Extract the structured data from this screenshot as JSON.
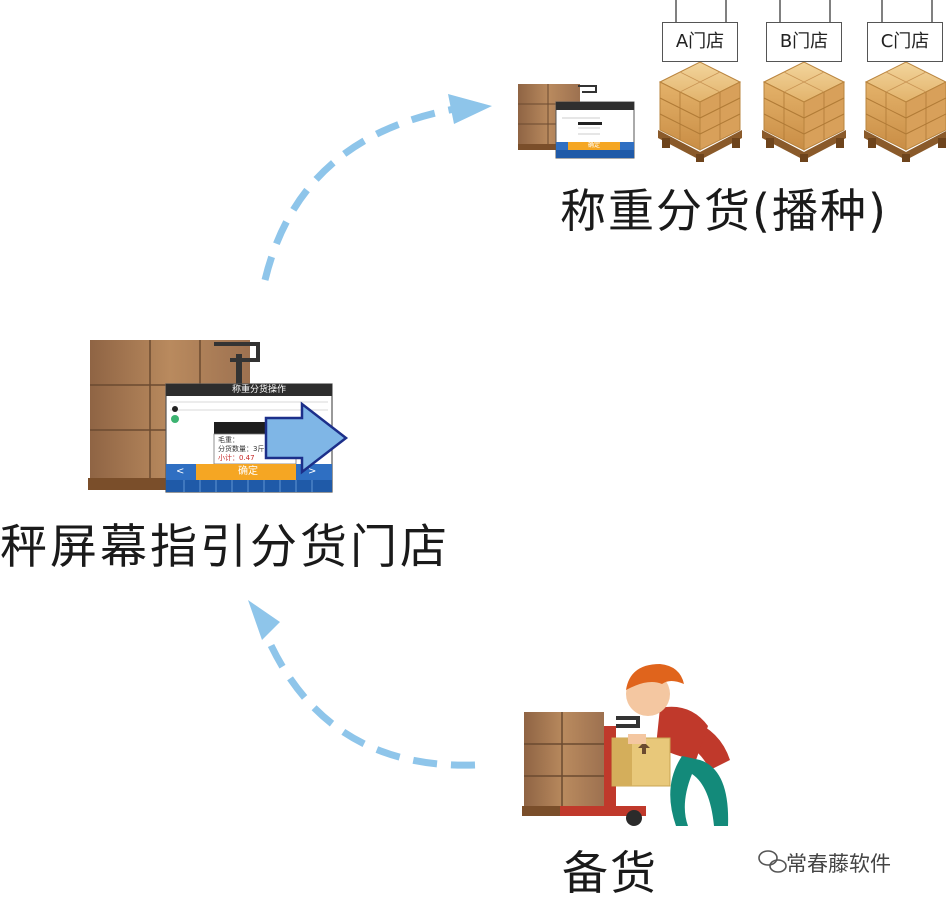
{
  "labels": {
    "weigh_sort": "称重分货(播种)",
    "screen_guide": "秤屏幕指引分货门店",
    "prepare": "备货"
  },
  "stores": [
    "A门店",
    "B门店",
    "C门店"
  ],
  "watermark": "常春藤软件",
  "screen_large": {
    "header": "称重分货操作",
    "confirm": "确定",
    "prev": "<",
    "next": ">",
    "row1": "毛重：",
    "row2": "分货数量：3斤",
    "row3": "小计：0.47"
  },
  "screen_small": {
    "confirm": "确定"
  },
  "colors": {
    "arrow": "#8ec5ea",
    "box": "#b5865a",
    "screen_blue": "#2f6fc2",
    "screen_orange": "#f5a623"
  }
}
